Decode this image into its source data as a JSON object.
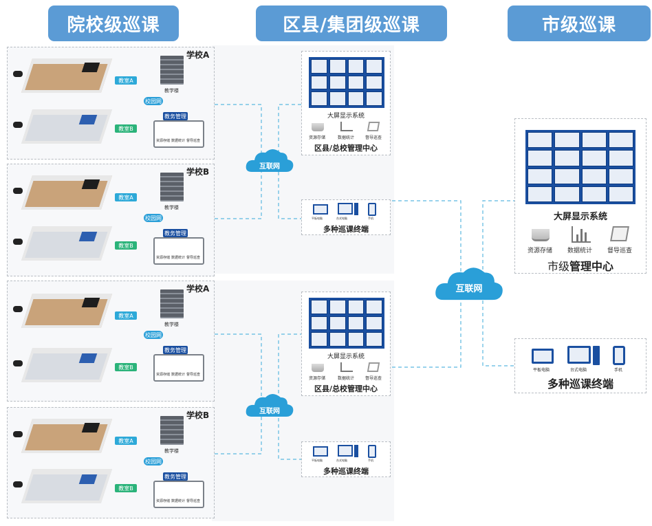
{
  "headers": {
    "school_level": "院校级巡课",
    "district_level": "区县/集团级巡课",
    "city_level": "市级巡课"
  },
  "schools": [
    {
      "name": "学校A",
      "room_a": "教室A",
      "room_b": "教室B",
      "building": "教学楼",
      "campus_net": "校园网",
      "mgmt": "教务管理",
      "icons": [
        "资源存储",
        "数据统计",
        "督导巡查"
      ]
    },
    {
      "name": "学校B",
      "room_a": "教室A",
      "room_b": "教室B",
      "building": "教学楼",
      "campus_net": "校园网",
      "mgmt": "教务管理",
      "icons": [
        "资源存储",
        "数据统计",
        "督导巡查"
      ]
    },
    {
      "name": "学校A",
      "room_a": "教室A",
      "room_b": "教室B",
      "building": "教学楼",
      "campus_net": "校园网",
      "mgmt": "教务管理",
      "icons": [
        "资源存储",
        "数据统计",
        "督导巡查"
      ]
    },
    {
      "name": "学校B",
      "room_a": "教室A",
      "room_b": "教室B",
      "building": "教学楼",
      "campus_net": "校园网",
      "mgmt": "教务管理",
      "icons": [
        "资源存储",
        "数据统计",
        "督导巡查"
      ]
    }
  ],
  "district": [
    {
      "screen": "大屏显示系统",
      "icons": [
        "资源存储",
        "数据统计",
        "督导巡查"
      ],
      "center": "区县/总校管理中心",
      "internet": "互联网",
      "terminals_title": "多种巡课终端",
      "terminals": [
        "平板电脑",
        "台式电脑",
        "手机"
      ]
    },
    {
      "screen": "大屏显示系统",
      "icons": [
        "资源存储",
        "数据统计",
        "督导巡查"
      ],
      "center": "区县/总校管理中心",
      "internet": "互联网",
      "terminals_title": "多种巡课终端",
      "terminals": [
        "平板电脑",
        "台式电脑",
        "手机"
      ]
    }
  ],
  "city": {
    "screen": "大屏显示系统",
    "icons": [
      "资源存储",
      "数据统计",
      "督导巡查"
    ],
    "center_prefix": "市级",
    "center_suffix": "管理中心",
    "internet": "互联网",
    "terminals_title": "多种巡课终端",
    "terminals": [
      "平板电脑",
      "台式电脑",
      "手机"
    ]
  },
  "colors": {
    "header_bg": "#5b9bd5",
    "cloud": "#2a9fd8",
    "link": "#5bb8e0",
    "screen": "#1a4fa0"
  }
}
